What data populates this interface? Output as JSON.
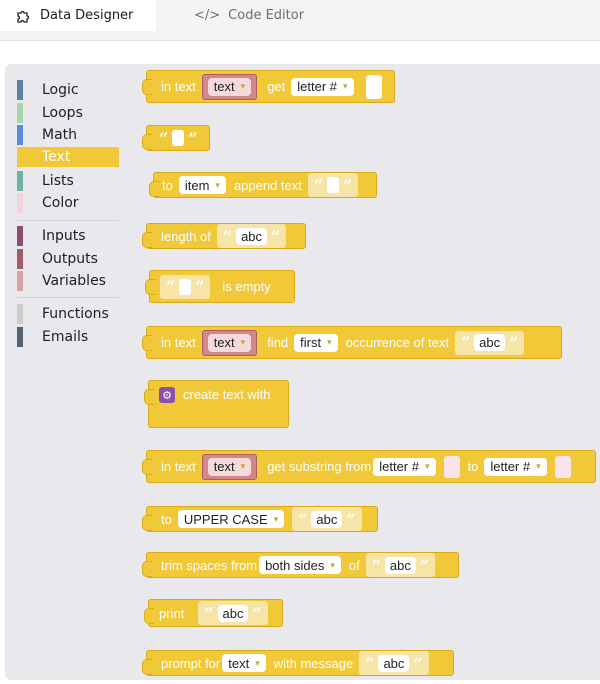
{
  "tabs": {
    "designer": "Data Designer",
    "editor": "Code Editor"
  },
  "categories": [
    {
      "label": "Logic",
      "color": "#5b80a5"
    },
    {
      "label": "Loops",
      "color": "#a5d6a7"
    },
    {
      "label": "Math",
      "color": "#5b8cd9"
    },
    {
      "label": "Text",
      "color": "#f0c838",
      "selected": true
    },
    {
      "label": "Lists",
      "color": "#6fb3a8"
    },
    {
      "label": "Color",
      "color": "#f5d3da"
    },
    {
      "label": "Inputs",
      "color": "#8b4f6e"
    },
    {
      "label": "Outputs",
      "color": "#a35a6a"
    },
    {
      "label": "Variables",
      "color": "#d6a1a1"
    },
    {
      "label": "Functions",
      "color": "#d0cccc"
    },
    {
      "label": "Emails",
      "color": "#556370"
    }
  ],
  "blocks": {
    "b1": {
      "in_text": "in text",
      "var": "text",
      "get": "get",
      "mode": "letter #"
    },
    "b2": {
      "open": "“",
      "close": "”"
    },
    "b3": {
      "to": "to",
      "var": "item",
      "append": "append text"
    },
    "b4": {
      "label": "length of",
      "value": "abc"
    },
    "b5": {
      "label": "is empty"
    },
    "b6": {
      "in_text": "in text",
      "var": "text",
      "find": "find",
      "which": "first",
      "occ": "occurrence of text",
      "value": "abc"
    },
    "b7": {
      "label": "create text with"
    },
    "b8": {
      "in_text": "in text",
      "var": "text",
      "get": "get substring from",
      "from": "letter #",
      "to": "to",
      "to_mode": "letter #"
    },
    "b9": {
      "to": "to",
      "case": "UPPER CASE",
      "value": "abc"
    },
    "b10": {
      "label": "trim spaces from",
      "side": "both sides",
      "of": "of",
      "value": "abc"
    },
    "b11": {
      "label": "print",
      "value": "abc"
    },
    "b12": {
      "label": "prompt for",
      "type": "text",
      "with": "with message",
      "value": "abc"
    }
  },
  "colors": {
    "text_block": "#f0c838",
    "variable": "#d4878a",
    "workspace": "#e8e8ed"
  }
}
